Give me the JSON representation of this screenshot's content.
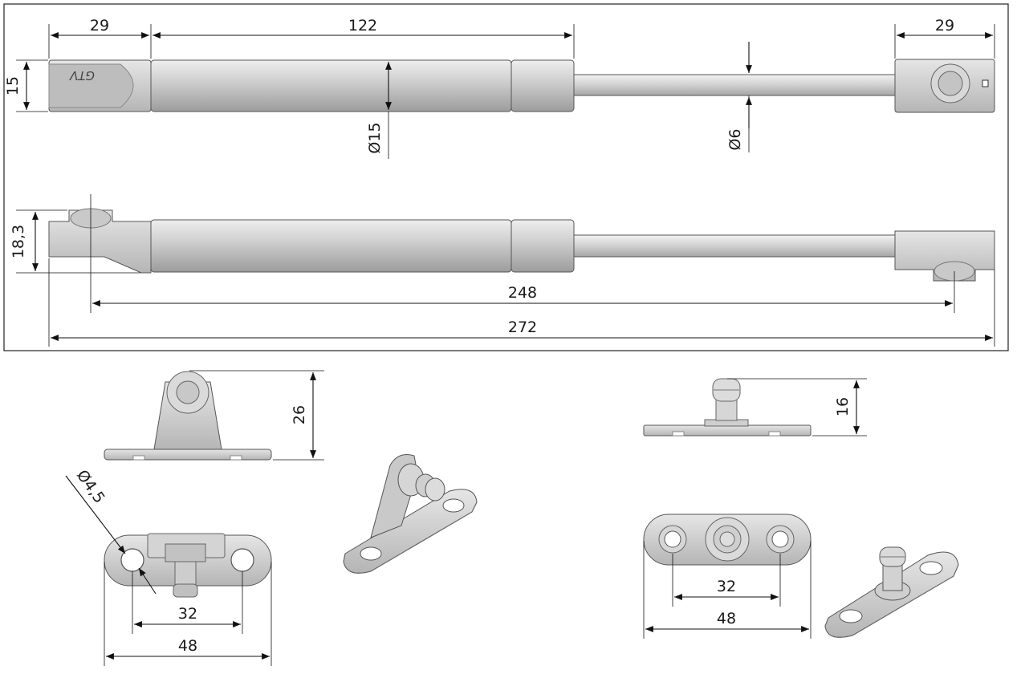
{
  "top_panel": {
    "dims": {
      "end_cap_left": "29",
      "cylinder_length": "122",
      "end_cap_right": "29",
      "height": "15",
      "cylinder_diameter": "Ø15",
      "rod_diameter": "Ø6"
    },
    "logo_text": "GTV"
  },
  "side_view": {
    "dims": {
      "height": "18,3",
      "mount_span": "248",
      "overall_length": "272"
    }
  },
  "bracket_a": {
    "dims": {
      "height": "26",
      "hole_diameter": "Ø4,5",
      "hole_spacing": "32",
      "base_length": "48"
    }
  },
  "bracket_b": {
    "dims": {
      "height": "16",
      "hole_spacing": "32",
      "base_length": "48"
    }
  },
  "colors": {
    "body": "#cfcfcf",
    "body_dark": "#a9a9a9",
    "line": "#111111"
  }
}
